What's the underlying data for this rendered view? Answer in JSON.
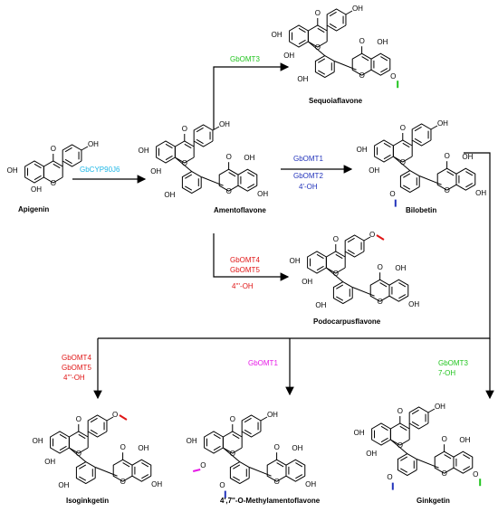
{
  "colors": {
    "cyan": "#1fb7e6",
    "green": "#22c41f",
    "blue": "#2233bb",
    "red": "#e01616",
    "magenta": "#e619e6",
    "black": "#000000"
  },
  "compounds": {
    "apigenin": "Apigenin",
    "amentoflavone": "Amentoflavone",
    "sequoiaflavone": "Sequoiaflavone",
    "bilobetin": "Bilobetin",
    "podocarpusflavone": "Podocarpusflavone",
    "isoginkgetin": "Isoginkgetin",
    "methylamentoflavone": "4',7''-O-Methylamentoflavone",
    "ginkgetin": "Ginkgetin"
  },
  "enzymes": {
    "cyp": "GbCYP90J6",
    "omt3_top": "GbOMT3",
    "omt1_bilobetin": "GbOMT1",
    "omt2_bilobetin": "GbOMT2",
    "site_bilobetin": "4'-OH",
    "omt4_podo": "GbOMT4",
    "omt5_podo": "GbOMT5",
    "site_podo": "4'''-OH",
    "omt4_iso": "GbOMT4",
    "omt5_iso": "GbOMT5",
    "site_iso": "4'''-OH",
    "omt1_meth": "GbOMT1",
    "omt3_gink": "GbOMT3",
    "site_gink": "7-OH"
  },
  "atoms": {
    "oh": "OH",
    "o": "O"
  }
}
